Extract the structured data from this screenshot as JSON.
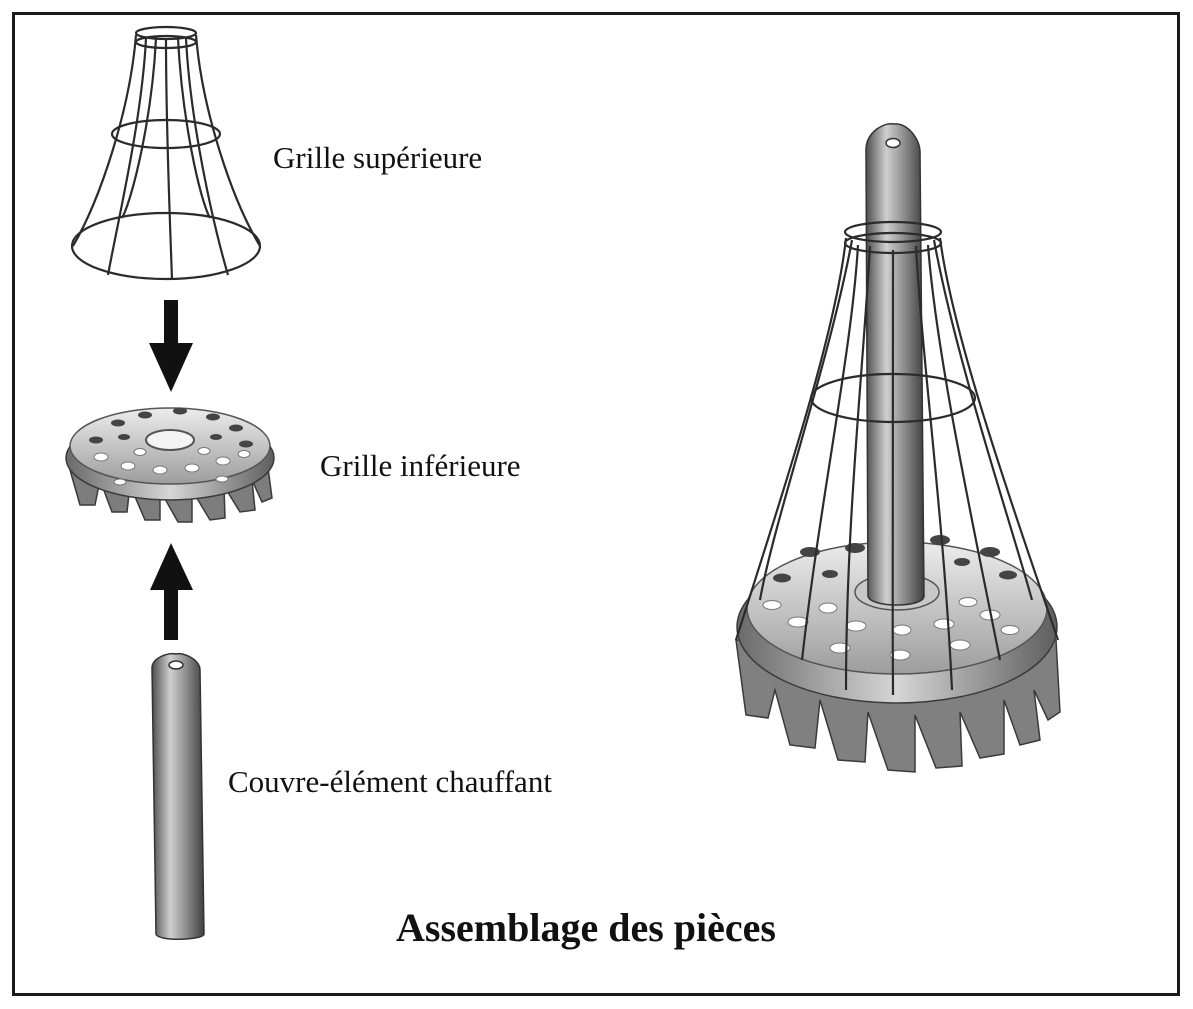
{
  "parts": {
    "upper_grid_label": "Grille supérieure",
    "lower_grid_label": "Grille inférieure",
    "element_cover_label": "Couvre-élément chauffant"
  },
  "title": "Assemblage des pièces",
  "colors": {
    "frame": "#1a1a1a",
    "metal_light": "#e4e4e4",
    "metal_mid": "#a9a9a9",
    "metal_dark": "#5a5a5a",
    "arrow": "#111111"
  },
  "icons": [
    "arrow-down-icon",
    "arrow-up-icon"
  ]
}
